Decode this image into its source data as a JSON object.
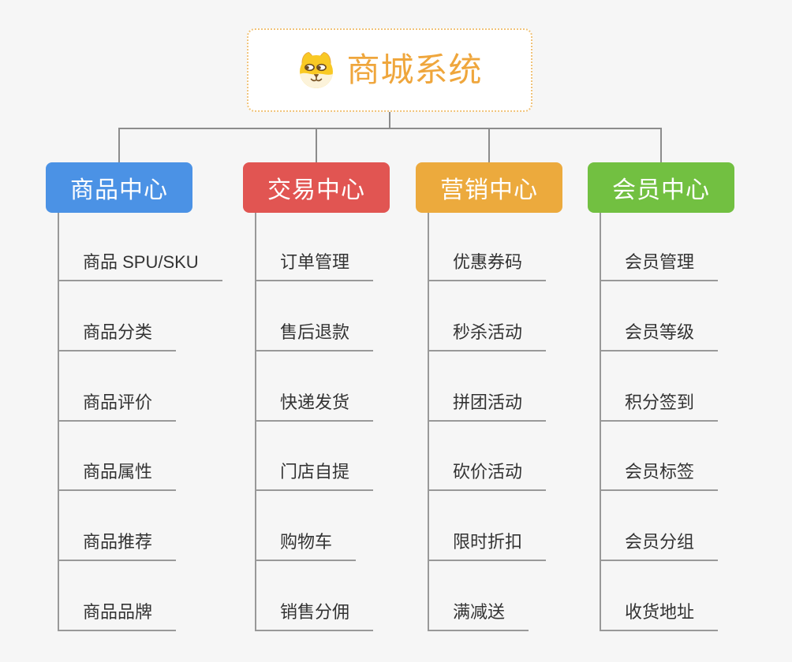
{
  "page": {
    "background": "#f6f6f6"
  },
  "root": {
    "label": "商城系统",
    "icon": "doge-icon",
    "text_color": "#efa63c",
    "border_color": "#f0c37a",
    "background": "#ffffff"
  },
  "branches": [
    {
      "label": "商品中心",
      "color": "#4b92e5",
      "children": [
        "商品 SPU/SKU",
        "商品分类",
        "商品评价",
        "商品属性",
        "商品推荐",
        "商品品牌"
      ]
    },
    {
      "label": "交易中心",
      "color": "#e15552",
      "children": [
        "订单管理",
        "售后退款",
        "快递发货",
        "门店自提",
        "购物车",
        "销售分佣"
      ]
    },
    {
      "label": "营销中心",
      "color": "#ecaa3d",
      "children": [
        "优惠券码",
        "秒杀活动",
        "拼团活动",
        "砍价活动",
        "限时折扣",
        "满减送"
      ]
    },
    {
      "label": "会员中心",
      "color": "#72c041",
      "children": [
        "会员管理",
        "会员等级",
        "积分签到",
        "会员标签",
        "会员分组",
        "收货地址"
      ]
    }
  ],
  "lines": {
    "trunk_color": "#8c8c8c",
    "leaf_color": "#999999"
  }
}
